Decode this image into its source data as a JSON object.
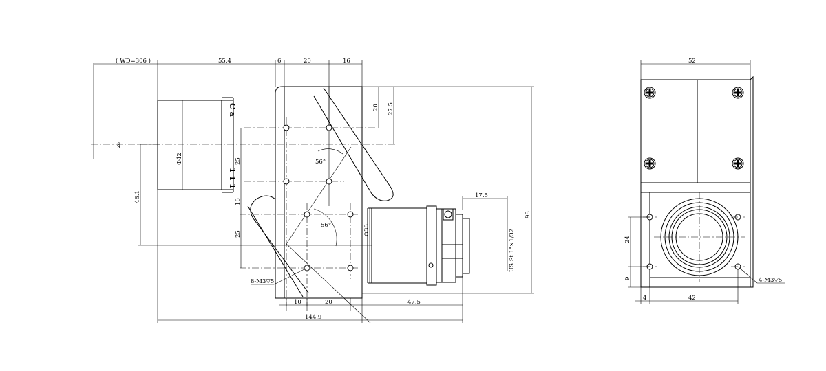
{
  "side_view": {
    "wd": "( WD=306 )",
    "d_55_4": "55.4",
    "d_6": "6",
    "d_20_top": "20",
    "d_16_top": "16",
    "d_20_right": "20",
    "d_27_5": "27.5",
    "d_phi42": "Φ42",
    "lens_letters": "C a",
    "lens_marks": "1 1 1",
    "d_25_upper": "25",
    "d_16_left": "16",
    "d_25_lower": "25",
    "d_48_1": "48.1",
    "angle_1": "56°",
    "angle_2": "56°",
    "d_17_5": "17.5",
    "mount_thread": "US St.1\"×1/32",
    "d_phi36": "Φ36",
    "d_98": "98",
    "hole_callout": "8-M3▽5",
    "d_10": "10",
    "d_20_bottom": "20",
    "d_47_5": "47.5",
    "d_144_9": "144.9"
  },
  "front_view": {
    "d_52": "52",
    "d_24": "24",
    "d_9": "9",
    "d_4": "4",
    "d_42": "42",
    "hole_callout": "4-M3▽5"
  }
}
